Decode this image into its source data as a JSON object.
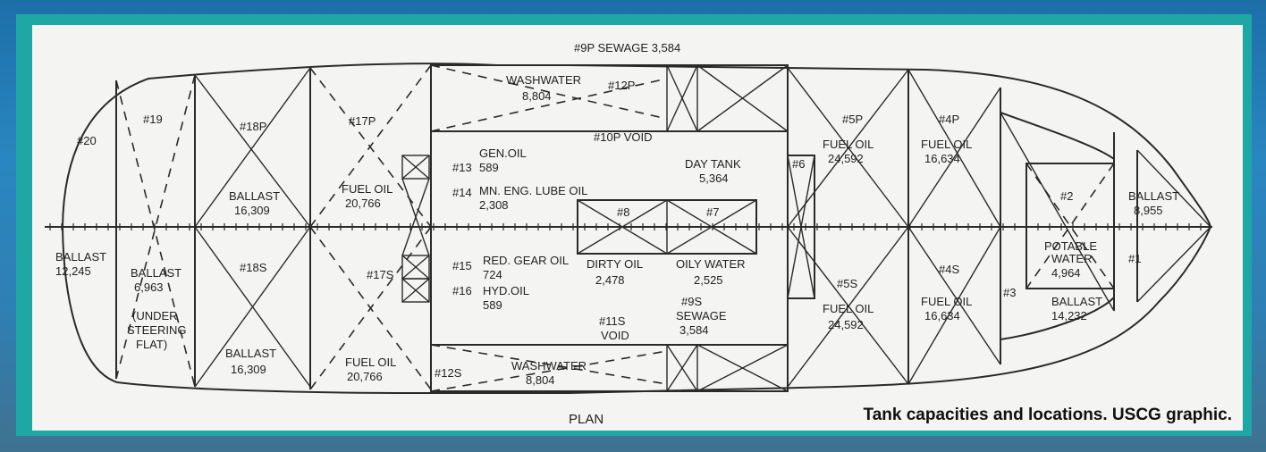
{
  "caption": "Tank capacities and locations. USCG graphic.",
  "diagram_title": "PLAN",
  "tanks": {
    "t20": "#20",
    "t19": "#19",
    "t18p": "#18P",
    "t18s": "#18S",
    "t17p": "#17P",
    "t17s": "#17S",
    "ballast_aft_name": "BALLAST",
    "ballast_aft_cap": "12,245",
    "ballast_19_name": "BALLAST",
    "ballast_19_cap": "6,963",
    "under_steering": [
      "(UNDER",
      "STEERING",
      "FLAT)"
    ],
    "ballast_18p_name": "BALLAST",
    "ballast_18p_cap": "16,309",
    "ballast_18s_name": "BALLAST",
    "ballast_18s_cap": "16,309",
    "fuel_17p_name": "FUEL OIL",
    "fuel_17p_cap": "20,766",
    "fuel_17s_name": "FUEL OIL",
    "fuel_17s_cap": "20,766",
    "t13": "#13",
    "gen_oil_name": "GEN.OIL",
    "gen_oil_cap": "589",
    "t14": "#14",
    "mn_lube_name": "MN. ENG. LUBE OIL",
    "mn_lube_cap": "2,308",
    "t15": "#15",
    "red_gear_name": "RED. GEAR OIL",
    "red_gear_cap": "724",
    "t16": "#16",
    "hyd_oil_name": "HYD.OIL",
    "hyd_oil_cap": "589",
    "washwater_p_name": "WASHWATER",
    "washwater_p_cap": "8,804",
    "t12p": "#12P",
    "washwater_s_name": "WASHWATER",
    "washwater_s_cap": "8,804",
    "t12s": "#12S",
    "sewage_9p": "#9P SEWAGE 3,584",
    "void_10p": "#10P VOID",
    "t11s": "#11S",
    "void_11s": "VOID",
    "t9s": "#9S",
    "sewage_9s_name": "SEWAGE",
    "sewage_9s_cap": "3,584",
    "t8": "#8",
    "dirty_oil_name": "DIRTY OIL",
    "dirty_oil_cap": "2,478",
    "t7": "#7",
    "oily_water_name": "OILY WATER",
    "oily_water_cap": "2,525",
    "day_tank_name": "DAY TANK",
    "day_tank_cap": "5,364",
    "t6": "#6",
    "t5p": "#5P",
    "fuel_5p_name": "FUEL OIL",
    "fuel_5p_cap": "24,592",
    "t5s": "#5S",
    "fuel_5s_name": "FUEL OIL",
    "fuel_5s_cap": "24,592",
    "t4p": "#4P",
    "fuel_4p_name": "FUEL OIL",
    "fuel_4p_cap": "16,634",
    "t4s": "#4S",
    "fuel_4s_name": "FUEL OIL",
    "fuel_4s_cap": "16,634",
    "t2": "#2",
    "potable_name": [
      "POTABLE",
      "WATER"
    ],
    "potable_cap": "4,964",
    "t3": "#3",
    "ballast_3_name": "BALLAST",
    "ballast_3_cap": "14,232",
    "t1": "#1",
    "ballast_fwd_name": "BALLAST",
    "ballast_fwd_cap": "8,955"
  }
}
